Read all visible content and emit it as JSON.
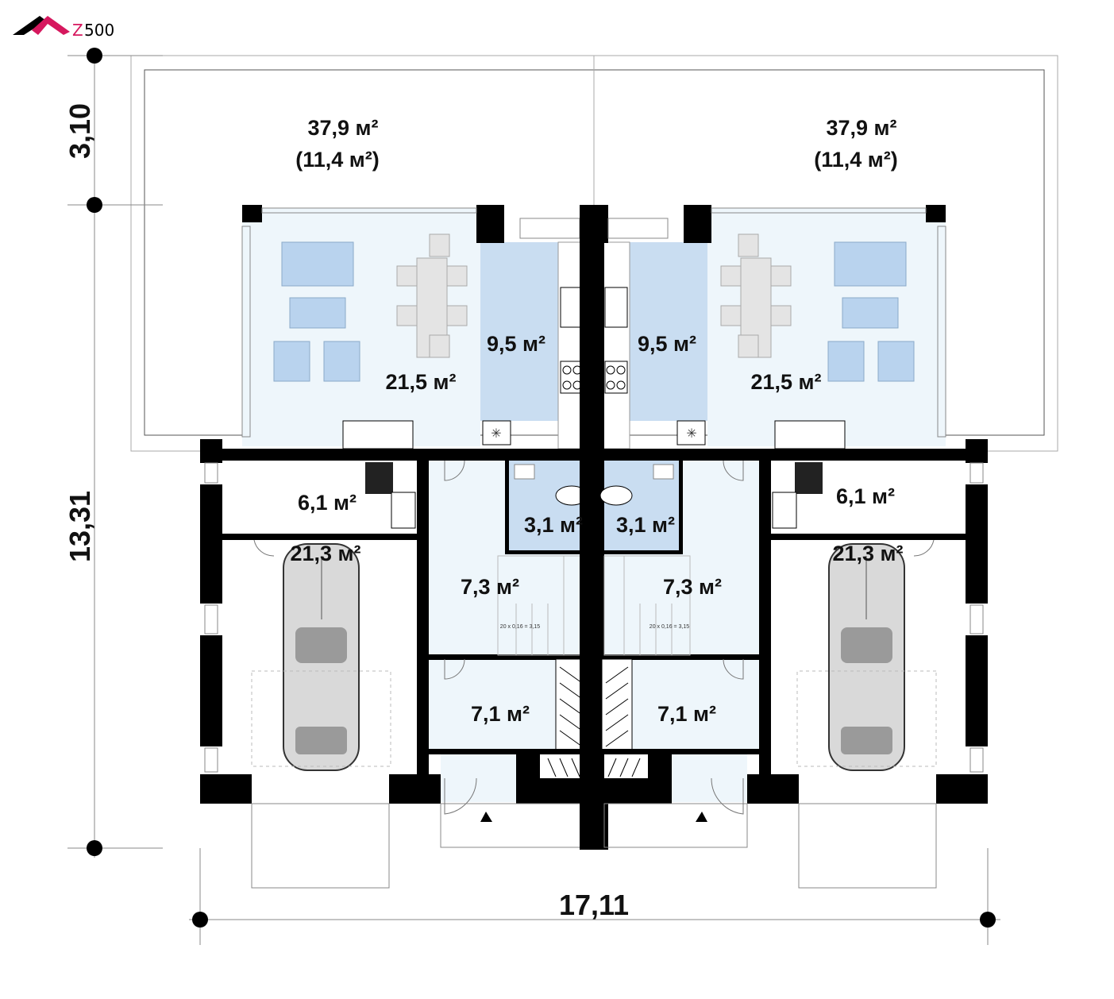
{
  "logo": {
    "text_accent": "Z",
    "text_rest": "500",
    "accent_color": "#d6185e"
  },
  "dimensions": {
    "terrace_depth": "3,10",
    "house_depth": "13,31",
    "house_width": "17,11"
  },
  "rooms_left": {
    "terrace": "37,9 м²",
    "terrace_covered": "(11,4 м²)",
    "living": "21,5 м²",
    "kitchen": "9,5 м²",
    "utility": "6,1 м²",
    "bathroom": "3,1 м²",
    "garage": "21,3 м²",
    "hall": "7,3 м²",
    "vestibule": "7,1 м²",
    "stairs_note": "20 x 0,16 = 3,15"
  },
  "rooms_right": {
    "terrace": "37,9 м²",
    "terrace_covered": "(11,4 м²)",
    "living": "21,5 м²",
    "kitchen": "9,5 м²",
    "utility": "6,1 м²",
    "bathroom": "3,1 м²",
    "garage": "21,3 м²",
    "hall": "7,3 м²",
    "vestibule": "7,1 м²",
    "stairs_note": "20 x 0,16 = 3,15"
  },
  "colors": {
    "room_light": "#eef6fb",
    "room_blue": "#c9ddf1",
    "wall": "#000000",
    "furniture": "#b9d3ee"
  }
}
